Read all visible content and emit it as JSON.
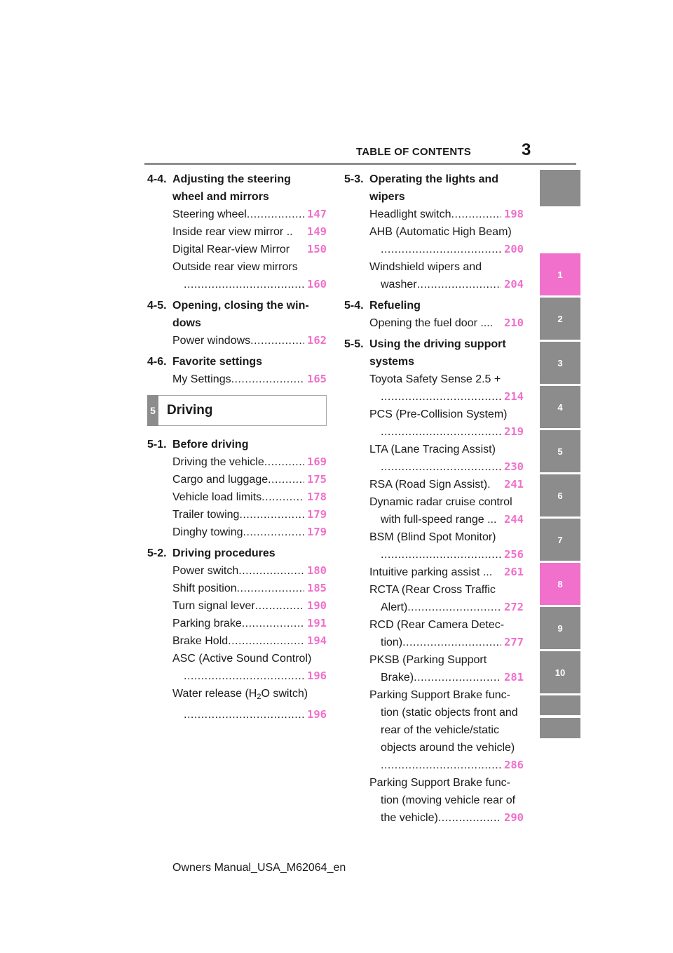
{
  "header": {
    "title": "TABLE OF CONTENTS",
    "page_number": "3"
  },
  "left": {
    "s44": {
      "num": "4-4.",
      "title1": "Adjusting the steering",
      "title2": "wheel and mirrors",
      "entries": [
        {
          "text": "Steering wheel",
          "page": "147"
        },
        {
          "text": "Inside rear view mirror ..",
          "page": "149"
        },
        {
          "text": "Digital Rear-view Mirror",
          "page": "150"
        }
      ],
      "multi": {
        "line1": "Outside rear view mirrors",
        "page": "160"
      }
    },
    "s45": {
      "num": "4-5.",
      "title1": "Opening, closing the win-",
      "title2": "dows",
      "entries": [
        {
          "text": "Power windows",
          "page": "162"
        }
      ]
    },
    "s46": {
      "num": "4-6.",
      "title1": "Favorite settings",
      "entries": [
        {
          "text": "My Settings",
          "page": "165"
        }
      ]
    },
    "chapter": {
      "num": "5",
      "title": "Driving"
    },
    "s51": {
      "num": "5-1.",
      "title1": "Before driving",
      "entries": [
        {
          "text": "Driving the vehicle",
          "page": "169"
        },
        {
          "text": "Cargo and luggage",
          "page": "175"
        },
        {
          "text": "Vehicle load limits",
          "page": "178"
        },
        {
          "text": "Trailer towing",
          "page": "179"
        },
        {
          "text": "Dinghy towing",
          "page": "179"
        }
      ]
    },
    "s52": {
      "num": "5-2.",
      "title1": "Driving procedures",
      "entries": [
        {
          "text": "Power switch",
          "page": "180"
        },
        {
          "text": "Shift position",
          "page": "185"
        },
        {
          "text": "Turn signal lever",
          "page": "190"
        },
        {
          "text": "Parking brake",
          "page": "191"
        },
        {
          "text": "Brake Hold",
          "page": "194"
        }
      ],
      "asc": {
        "line1": "ASC (Active Sound Control)",
        "page": "196"
      },
      "water": {
        "pre": "Water release (H",
        "sub": "2",
        "post": "O switch)",
        "page": "196"
      }
    }
  },
  "right": {
    "s53": {
      "num": "5-3.",
      "title1": "Operating the lights and",
      "title2": "wipers",
      "e1": {
        "text": "Headlight switch",
        "page": "198"
      },
      "ahb": {
        "line1": "AHB (Automatic High Beam)",
        "page": "200"
      },
      "wiper": {
        "line1": "Windshield wipers and",
        "line2": "washer",
        "page": "204"
      }
    },
    "s54": {
      "num": "5-4.",
      "title1": "Refueling",
      "e1": {
        "text": "Opening the fuel door ....",
        "page": "210"
      }
    },
    "s55": {
      "num": "5-5.",
      "title1": "Using the driving support",
      "title2": "systems",
      "tss": {
        "line1": "Toyota Safety Sense 2.5 +",
        "page": "214"
      },
      "pcs": {
        "line1": "PCS (Pre-Collision System)",
        "page": "219"
      },
      "lta": {
        "line1": "LTA (Lane Tracing Assist)",
        "page": "230"
      },
      "rsa": {
        "text": "RSA (Road Sign Assist).",
        "page": "241"
      },
      "drcc": {
        "line1": "Dynamic radar cruise control",
        "line2": "with full-speed range ...",
        "page": "244"
      },
      "bsm": {
        "line1": "BSM (Blind Spot Monitor)",
        "page": "256"
      },
      "ipa": {
        "text": "Intuitive parking assist ...",
        "page": "261"
      },
      "rcta": {
        "line1": "RCTA (Rear Cross Traffic",
        "line2": "Alert)",
        "page": "272"
      },
      "rcd": {
        "line1": "RCD (Rear Camera Detec-",
        "line2": "tion)",
        "page": "277"
      },
      "pksb": {
        "line1": "PKSB (Parking Support",
        "line2": "Brake)",
        "page": "281"
      },
      "psb1": {
        "line1": "Parking Support Brake func-",
        "line2": "tion (static objects front and",
        "line3": "rear of the vehicle/static",
        "line4": "objects around the vehicle)",
        "page": "286"
      },
      "psb2": {
        "line1": "Parking Support Brake func-",
        "line2": "tion (moving vehicle rear of",
        "line3": "the vehicle)",
        "page": "290"
      }
    }
  },
  "tabs": [
    "",
    "1",
    "2",
    "3",
    "4",
    "5",
    "6",
    "7",
    "8",
    "9",
    "10",
    "",
    ""
  ],
  "colors": {
    "accent": "#f070cc",
    "tab_gray": "#8c8c8c"
  },
  "footer": "Owners Manual_USA_M62064_en"
}
